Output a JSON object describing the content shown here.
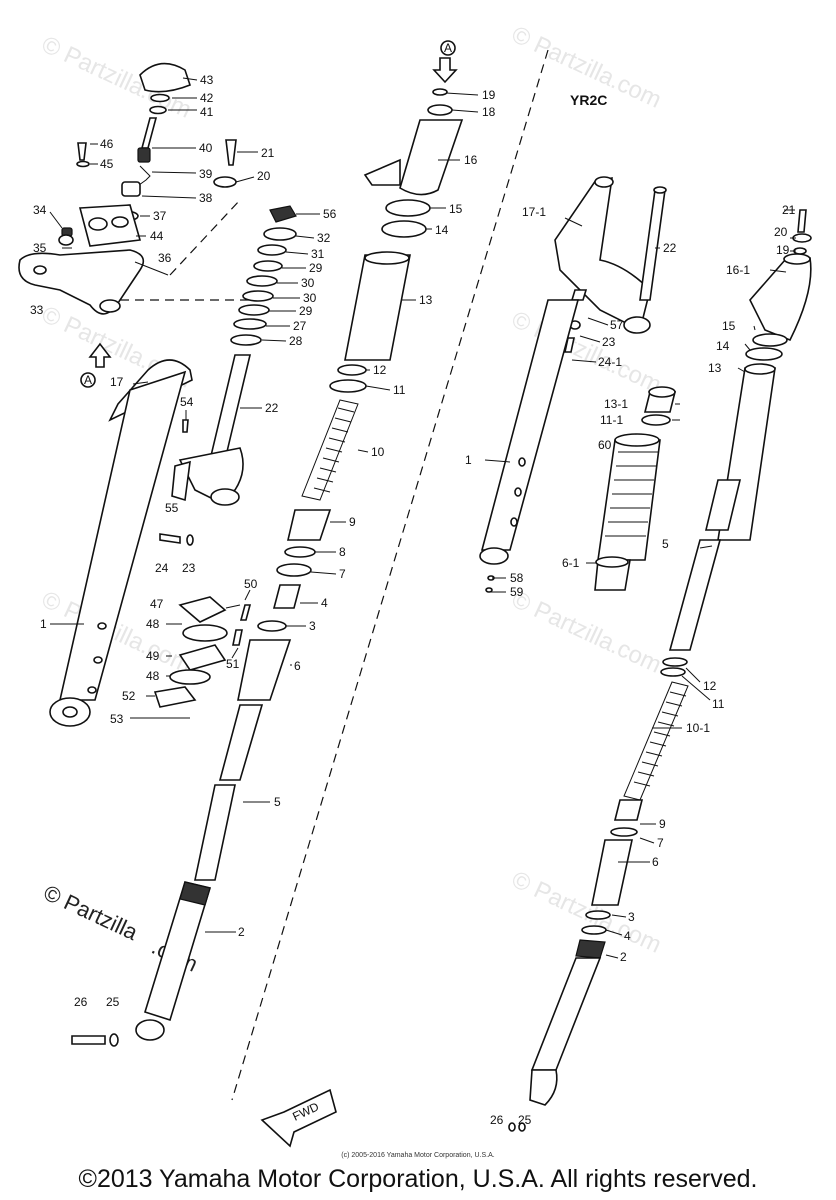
{
  "diagram": {
    "model_label": "YR2C",
    "credit_line": "(c) 2005-2016 Yamaha Motor Corporation, U.S.A.",
    "copyright": "©2013 Yamaha Motor Corporation, U.S.A. All rights reserved.",
    "watermark_text": "© Partzilla.com",
    "watermark_large_line1": "© Partzilla",
    "watermark_large_line2": ".com",
    "ref_marker": "A",
    "fwd_label": "FWD",
    "part_numbers_left": [
      "43",
      "42",
      "41",
      "40",
      "39",
      "38",
      "37",
      "36",
      "35",
      "34",
      "33",
      "44",
      "45",
      "46",
      "21",
      "20",
      "56",
      "32",
      "31",
      "29",
      "30",
      "30",
      "29",
      "27",
      "28",
      "22",
      "54",
      "55",
      "17",
      "1",
      "24",
      "23",
      "47",
      "48",
      "49",
      "48",
      "52",
      "53",
      "50",
      "51",
      "6",
      "5",
      "2",
      "26",
      "25"
    ],
    "part_numbers_center": [
      "19",
      "18",
      "16",
      "15",
      "14",
      "13",
      "12",
      "11",
      "10",
      "9",
      "8",
      "7",
      "4",
      "3"
    ],
    "part_numbers_right": [
      "17-1",
      "22",
      "57",
      "23",
      "24-1",
      "1",
      "13-1",
      "11-1",
      "60",
      "6-1",
      "58",
      "59",
      "21",
      "20",
      "19",
      "16-1",
      "15",
      "14",
      "13",
      "5",
      "12",
      "11",
      "10-1",
      "9",
      "7",
      "6",
      "3",
      "4",
      "2",
      "26",
      "25"
    ]
  }
}
